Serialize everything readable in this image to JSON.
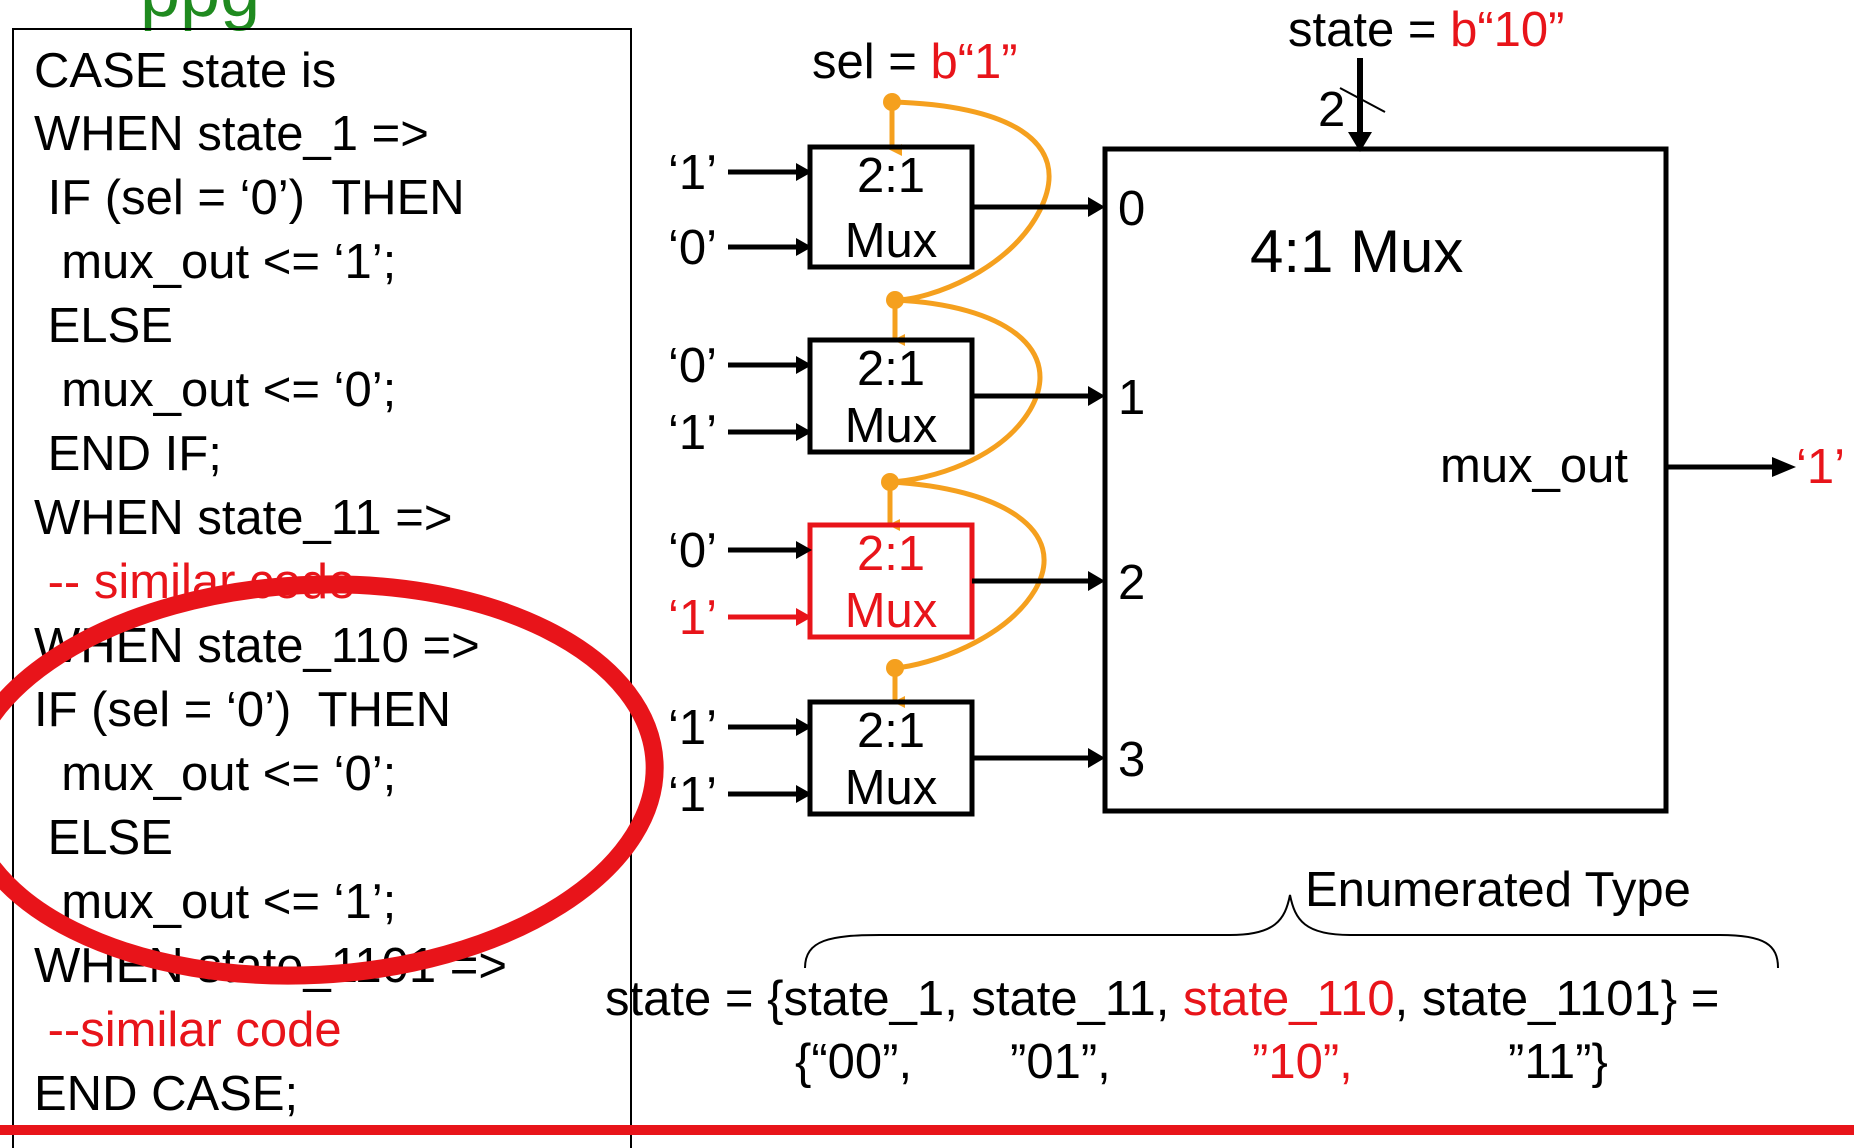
{
  "title_fragment": "ppg",
  "code": {
    "lines": [
      {
        "text": "CASE state is",
        "color": "black"
      },
      {
        "text": "WHEN state_1 =>",
        "color": "black"
      },
      {
        "text": " IF (sel = ‘0’)  THEN",
        "color": "black"
      },
      {
        "text": "  mux_out <= ‘1’;",
        "color": "black"
      },
      {
        "text": " ELSE",
        "color": "black"
      },
      {
        "text": "  mux_out <= ‘0’;",
        "color": "black"
      },
      {
        "text": " END IF;",
        "color": "black"
      },
      {
        "text": "WHEN state_11 =>",
        "color": "black"
      },
      {
        "text": " -- similar code",
        "color": "red"
      },
      {
        "text": "WHEN state_110 =>",
        "color": "black"
      },
      {
        "text": "IF (sel = ‘0’)  THEN",
        "color": "black"
      },
      {
        "text": "  mux_out <= ‘0’;",
        "color": "black"
      },
      {
        "text": " ELSE",
        "color": "black"
      },
      {
        "text": "  mux_out <= ‘1’;",
        "color": "black"
      },
      {
        "text": "WHEN state_1101 =>",
        "color": "black"
      },
      {
        "text": " --similar code",
        "color": "red"
      },
      {
        "text": "END CASE;",
        "color": "black"
      }
    ]
  },
  "diagram": {
    "sel_label": "sel = ",
    "sel_value": "b“1”",
    "state_label": "state = ",
    "state_value": "b“10”",
    "bus_width": "2",
    "big_mux_label": "4:1 Mux",
    "output_label": "mux_out",
    "output_value": "‘1’",
    "small_mux_label_top": "2:1",
    "small_mux_label_bottom": "Mux",
    "muxes": [
      {
        "in_top": "‘1’",
        "in_bottom": "‘0’",
        "port": "0",
        "highlight": false
      },
      {
        "in_top": "‘0’",
        "in_bottom": "‘1’",
        "port": "1",
        "highlight": false
      },
      {
        "in_top": "‘0’",
        "in_bottom": "‘1’",
        "port": "2",
        "highlight": true
      },
      {
        "in_top": "‘1’",
        "in_bottom": "‘1’",
        "port": "3",
        "highlight": false
      }
    ],
    "enumerated_label": "Enumerated Type",
    "enum_line1": {
      "prefix": "state = {",
      "items": [
        "state_1",
        "state_11",
        "state_110",
        "state_1101"
      ],
      "highlight_index": 2,
      "suffix": "} ="
    },
    "enum_line2": {
      "values": [
        "{“00”,",
        "”01”,",
        "”10”,",
        "”11”}"
      ],
      "highlight_index": 2
    },
    "colors": {
      "red": "#e8141a",
      "orange": "#f5a01e",
      "green": "#1f8a1f",
      "black": "#000000"
    }
  }
}
